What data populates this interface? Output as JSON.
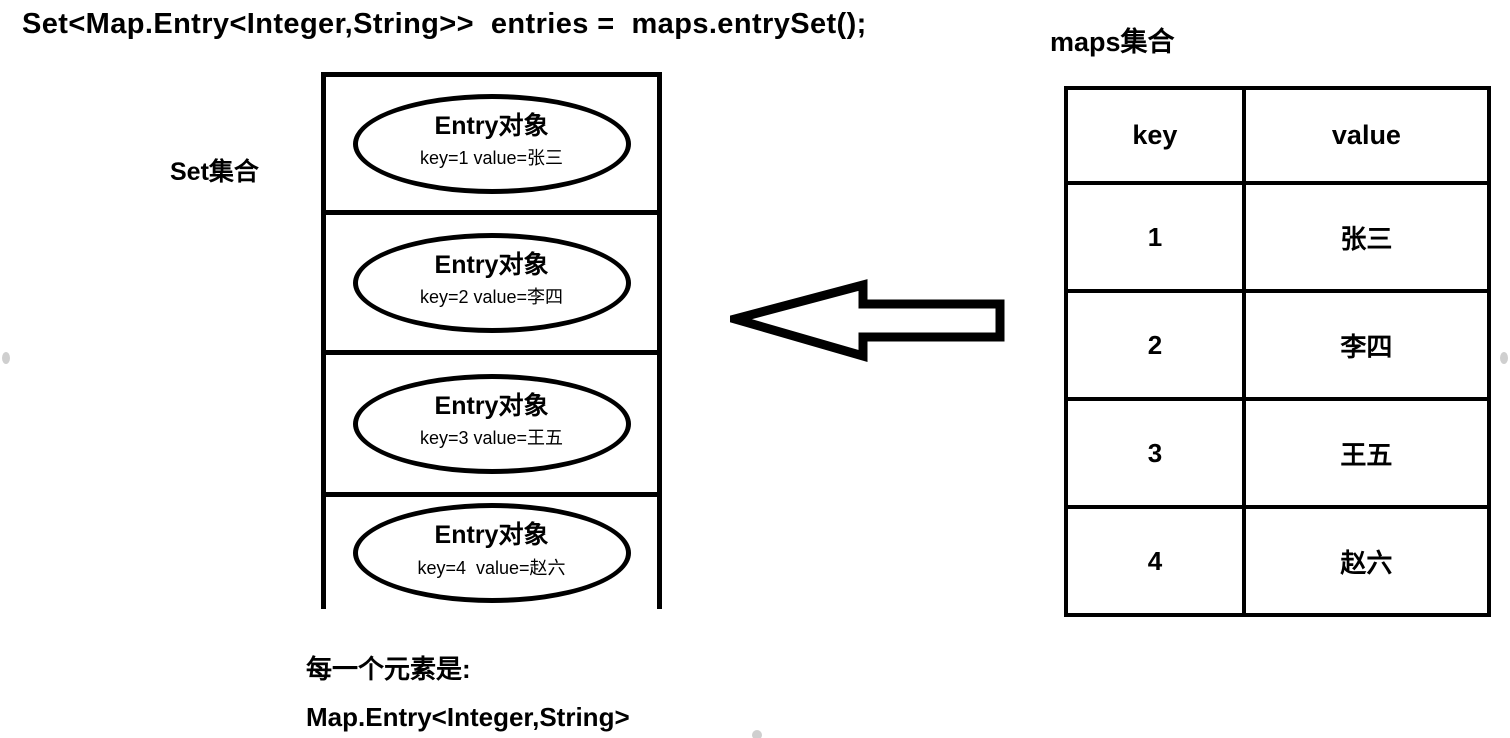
{
  "code_line": "Set<Map.Entry<Integer,String>>  entries =  maps.entrySet();",
  "set_panel": {
    "label": "Set集合",
    "entries": [
      {
        "title": "Entry对象",
        "kv": "key=1 value=张三"
      },
      {
        "title": "Entry对象",
        "kv": "key=2 value=李四"
      },
      {
        "title": "Entry对象",
        "kv": "key=3 value=王五"
      },
      {
        "title": "Entry对象",
        "kv": "key=4  value=赵六"
      }
    ]
  },
  "caption": {
    "line1": "每一个元素是:",
    "line2": "Map.Entry<Integer,String>"
  },
  "arrow": {
    "name": "left-block-arrow",
    "direction": "left"
  },
  "maps_panel": {
    "label": "maps集合",
    "columns": [
      "key",
      "value"
    ],
    "rows": [
      {
        "key": "1",
        "value": "张三"
      },
      {
        "key": "2",
        "value": "李四"
      },
      {
        "key": "3",
        "value": "王五"
      },
      {
        "key": "4",
        "value": "赵六"
      }
    ]
  },
  "colors": {
    "ink": "#000000",
    "page": "#ffffff"
  }
}
